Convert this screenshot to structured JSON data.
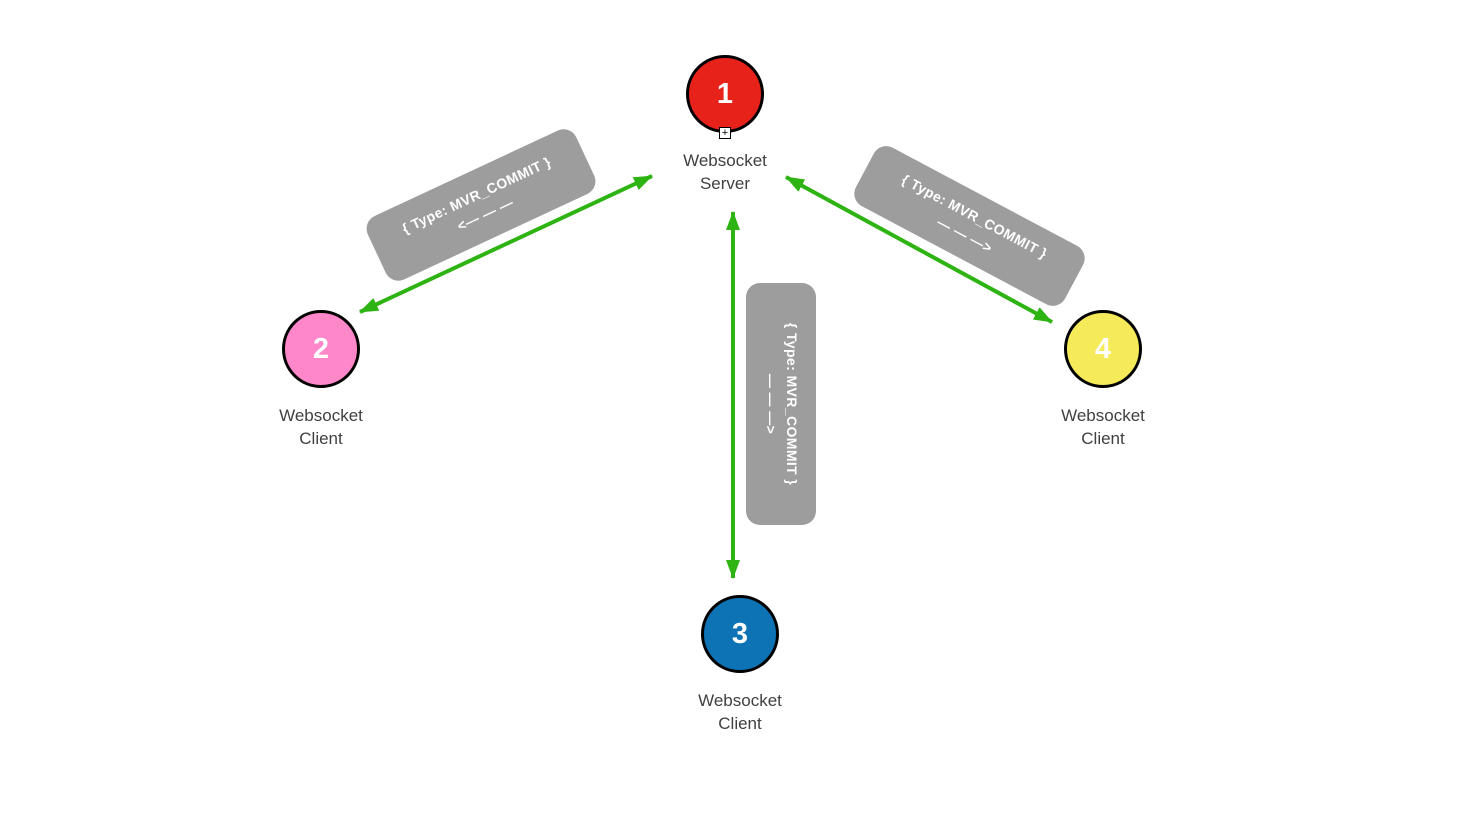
{
  "colors": {
    "background": "#ffffff",
    "arrow": "#2eb412",
    "message_bg": "#9d9d9d",
    "message_text": "#ffffff",
    "label_text": "#404040",
    "node_border": "#000000",
    "node_number_text": "#ffffff"
  },
  "nodes": [
    {
      "number": "1",
      "label_line1": "Websocket",
      "label_line2": "Server",
      "color": "#e7221b"
    },
    {
      "number": "2",
      "label_line1": "Websocket",
      "label_line2": "Client",
      "color": "#fe87ca"
    },
    {
      "number": "3",
      "label_line1": "Websocket",
      "label_line2": "Client",
      "color": "#0d73b4"
    },
    {
      "number": "4",
      "label_line1": "Websocket",
      "label_line2": "Client",
      "color": "#f5ea5a"
    }
  ],
  "messages": [
    {
      "line1": "{ Type: MVR_COMMIT }",
      "line2": "<— — —"
    },
    {
      "line1": "{ Type: MVR_COMMIT }",
      "line2": "— — —>"
    },
    {
      "line1": "{ Type: MVR_COMMIT }",
      "line2": "— — —>"
    }
  ],
  "icons": {
    "expand_toggle": "+"
  }
}
